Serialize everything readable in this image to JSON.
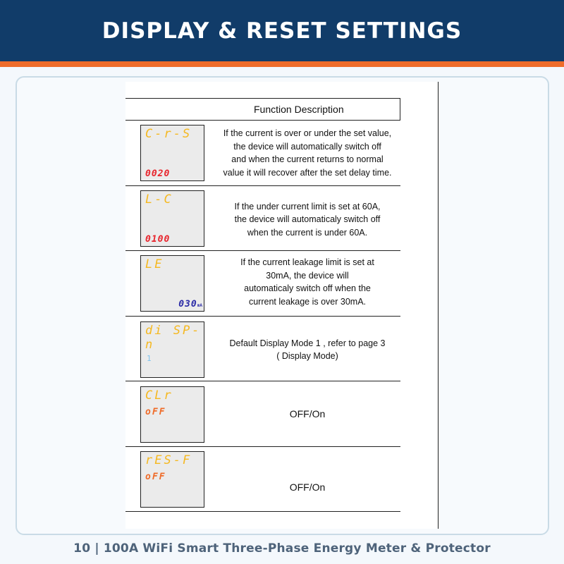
{
  "header": {
    "title": "DISPLAY & RESET SETTINGS"
  },
  "table": {
    "header": "Function Description",
    "rows": [
      {
        "lcd_top": "C-r-S",
        "lcd_bottom": "0020",
        "description": "If the current is over or under the set value,\nthe device will automatically switch off\nand when the current returns to normal\nvalue it will recover after the set delay time."
      },
      {
        "lcd_top": "L-C",
        "lcd_bottom": "0100",
        "description": "If the under current limit is set at 60A,\nthe device will automaticaly switch off\nwhen the current is under 60A."
      },
      {
        "lcd_top": "LE",
        "lcd_bottom": "030",
        "lcd_unit": "mA",
        "description": "If the current leakage limit is set at\n30mA, the device will\nautomaticaly switch off when the\ncurrent leakage is over 30mA."
      },
      {
        "lcd_top": "di SP-n",
        "lcd_bottom": "1",
        "description": "Default Display Mode 1 , refer to page 3\n( Display Mode)"
      },
      {
        "lcd_top": "CLr",
        "lcd_mid": "oFF",
        "description": "OFF/On"
      },
      {
        "lcd_top": "rES-F",
        "lcd_mid": "oFF",
        "description": "OFF/On"
      }
    ]
  },
  "footer": {
    "text": "10  |  100A WiFi Smart Three-Phase Energy Meter & Protector"
  },
  "colors": {
    "header_bg": "#113c69",
    "accent": "#ef6c2a",
    "lcd_yellow": "#f5b820",
    "lcd_red": "#e8242c",
    "lcd_blue": "#2a2aa6"
  }
}
